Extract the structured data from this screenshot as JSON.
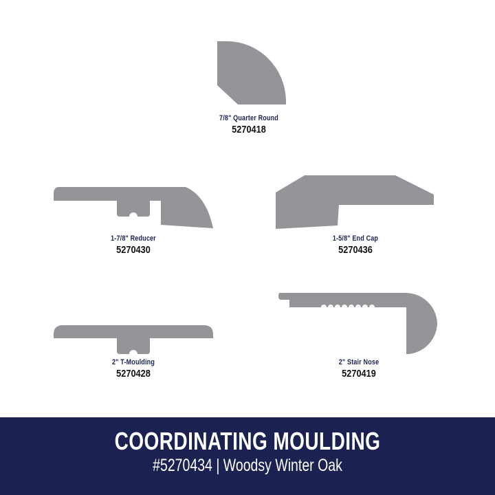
{
  "mouldings": [
    {
      "name": "7/8\" Quarter Round",
      "code": "5270418"
    },
    {
      "name": "1-7/8\" Reducer",
      "code": "5270430"
    },
    {
      "name": "1-5/8\" End Cap",
      "code": "5270436"
    },
    {
      "name": "2\" T-Moulding",
      "code": "5270428"
    },
    {
      "name": "2\" Stair Nose",
      "code": "5270419"
    }
  ],
  "banner": {
    "title": "COORDINATING MOULDING",
    "subtitle": "#5270434 | Woodsy Winter Oak"
  },
  "colors": {
    "shape": "#939598",
    "navy": "#1b2150"
  }
}
